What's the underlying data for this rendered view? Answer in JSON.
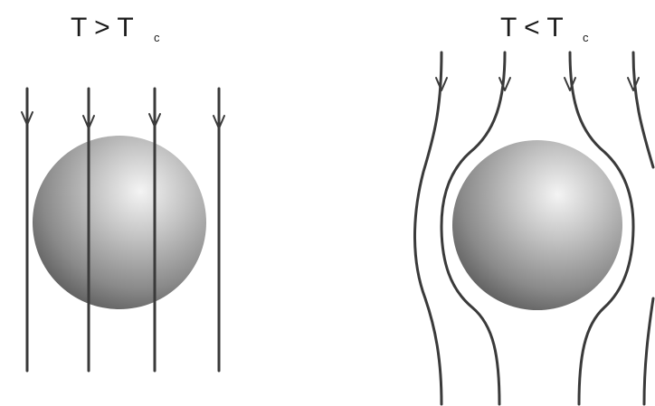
{
  "panels": [
    {
      "state": "normal",
      "label_main": "T > T",
      "label_sub": "c"
    },
    {
      "state": "superconducting",
      "label_main": "T < T",
      "label_sub": "c"
    }
  ],
  "colors": {
    "field_line": "#3a3a3a",
    "sphere_highlight": "#f4f4f4",
    "sphere_mid": "#a8a8a8",
    "sphere_shadow": "#555555",
    "text": "#1a1a1a"
  }
}
